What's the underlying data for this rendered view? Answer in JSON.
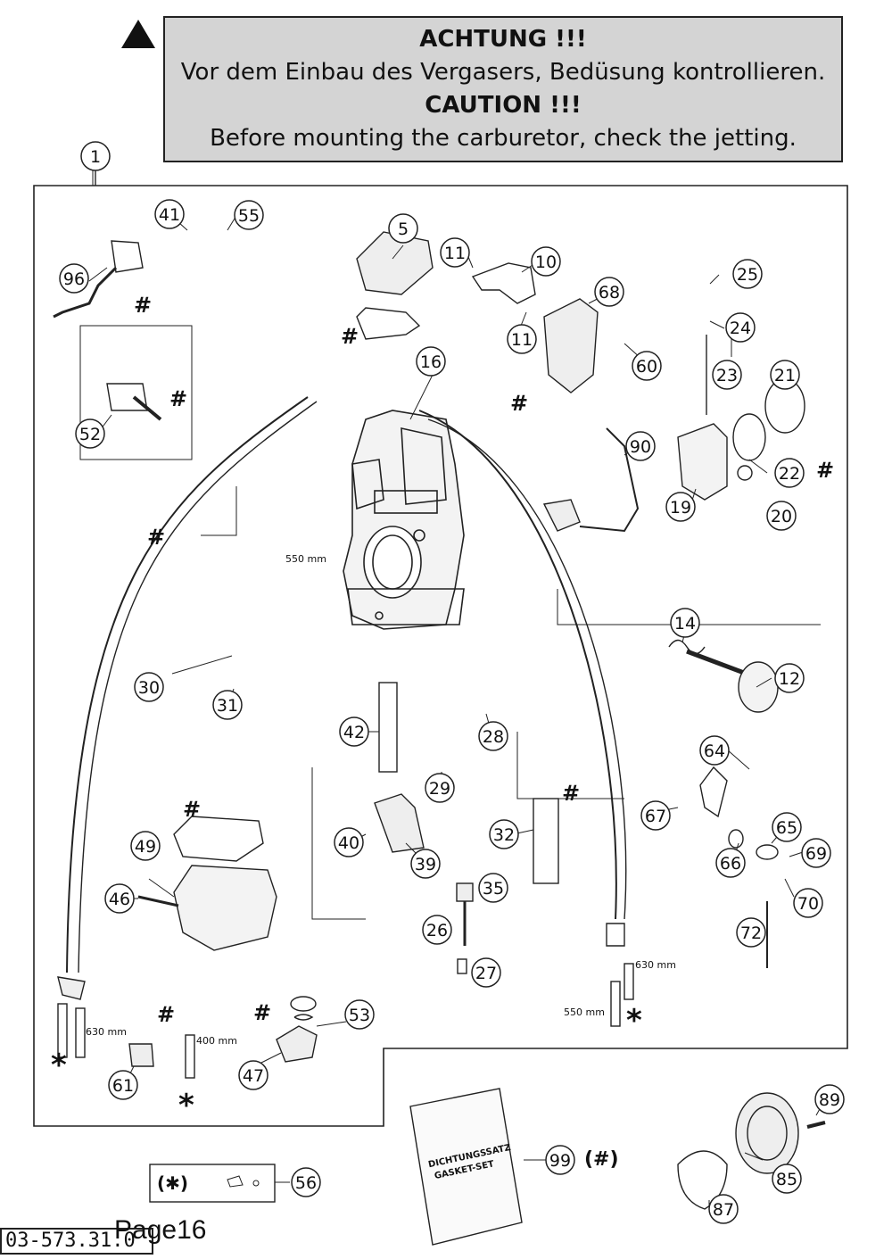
{
  "warning": {
    "line1": "ACHTUNG !!!",
    "line2": "Vor dem Einbau des Vergasers, Bedüsung kontrollieren.",
    "line3": "CAUTION !!!",
    "line4": "Before mounting the carburetor, check the jetting."
  },
  "callouts": [
    "1",
    "41",
    "55",
    "5",
    "11",
    "10",
    "96",
    "68",
    "11",
    "16",
    "60",
    "25",
    "24",
    "23",
    "21",
    "52",
    "22",
    "90",
    "19",
    "20",
    "14",
    "12",
    "30",
    "31",
    "42",
    "28",
    "64",
    "29",
    "67",
    "65",
    "66",
    "69",
    "70",
    "72",
    "40",
    "39",
    "32",
    "35",
    "49",
    "46",
    "26",
    "27",
    "53",
    "47",
    "61",
    "89",
    "99",
    "85",
    "87",
    "56"
  ],
  "markers": {
    "hash": "#",
    "asterisk": "*",
    "gasket_ref": "(#)",
    "asterisk_ref": "(✱)"
  },
  "dimensions": {
    "d550_left": "550 mm",
    "d630_left": "630 mm",
    "d400": "400 mm",
    "d630_right": "630 mm",
    "d550_right": "550 mm"
  },
  "gasket_set": {
    "line1": "DICHTUNGSSATZ",
    "line2": "GASKET-SET"
  },
  "footer": {
    "code": "03-573.31.0",
    "page": "Page16"
  }
}
